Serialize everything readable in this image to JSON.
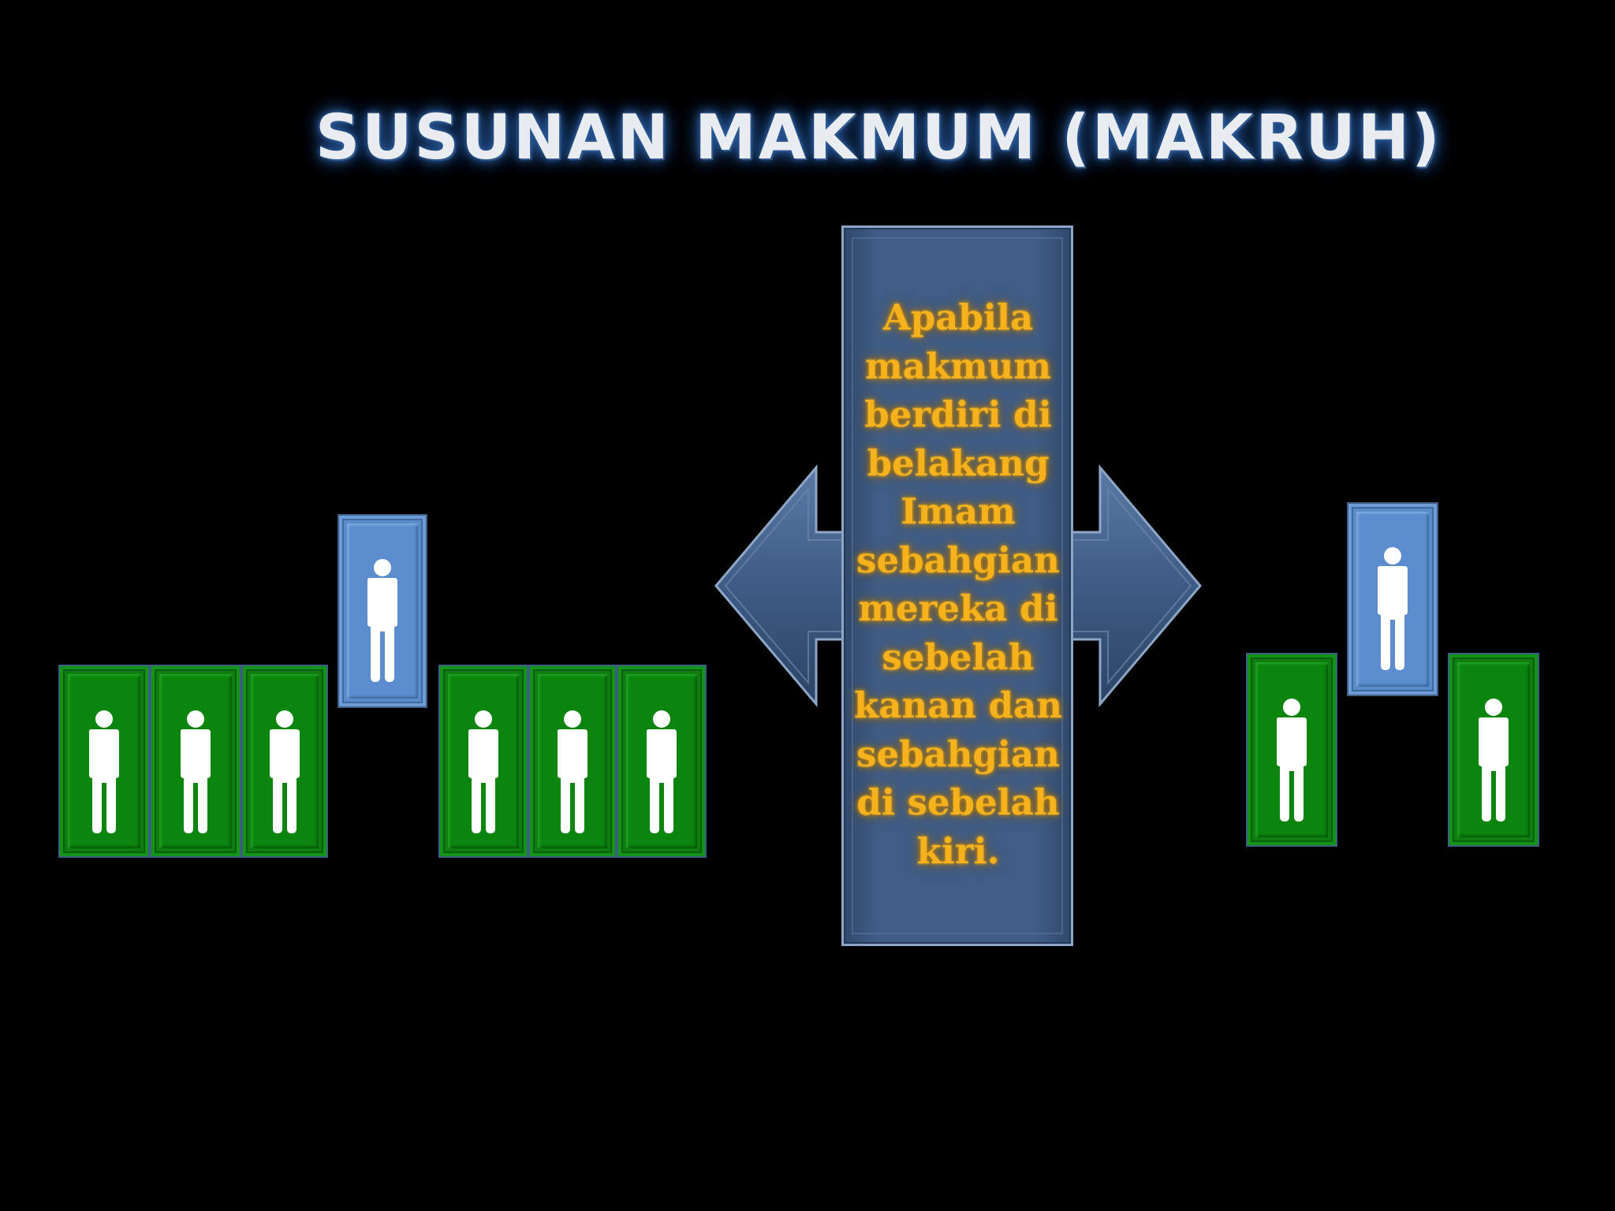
{
  "slide": {
    "title": "SUSUNAN MAKMUM (MAKRUH)",
    "description": "Apabila makmum berdiri di belakang Imam sebahgian mereka di sebelah kanan dan sebahgian di sebelah kiri."
  },
  "colors": {
    "background": "#000000",
    "makmum_box": "#0f7d12",
    "imam_box": "#5a8ccc",
    "arrow_fill": "#3f5d86",
    "text_gold": "#f5b21c",
    "title_glow": "#2c5a96"
  },
  "icons": {
    "person": "person-icon",
    "arrow": "double-headed-arrow"
  }
}
